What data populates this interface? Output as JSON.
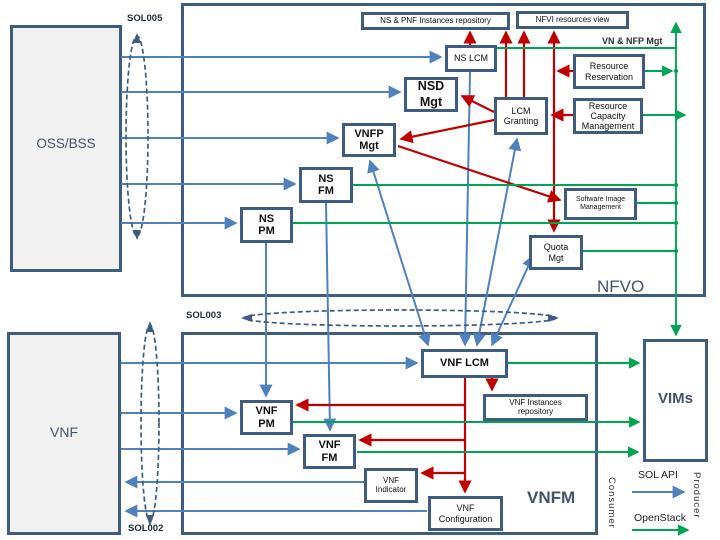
{
  "containers": {
    "oss_bss": "OSS/BSS",
    "nfvo": "NFVO",
    "vnf": "VNF",
    "vnfm": "VNFM",
    "vims": "VIMs"
  },
  "blocks": {
    "ns_pnf_repo": "NS & PNF Instances repository",
    "nfvi_view": "NFVI resources view",
    "ns_lcm": "NS LCM",
    "nsd_mgt": "NSD\nMgt",
    "resource_reservation": "Resource\nReservation",
    "lcm_granting": "LCM\nGranting",
    "resource_capacity": "Resource\nCapacity\nManagement",
    "vnfp_mgt": "VNFP\nMgt",
    "ns_fm": "NS\nFM",
    "ns_pm": "NS\nPM",
    "software_image": "Software Image\nManagement",
    "quota_mgt": "Quota\nMgt",
    "vnf_lcm": "VNF LCM",
    "vnf_instances_repo": "VNF Instances\nrepository",
    "vnf_pm": "VNF\nPM",
    "vnf_fm": "VNF\nFM",
    "vnf_indicator": "VNF\nIndicator",
    "vnf_configuration": "VNF\nConfiguration"
  },
  "interfaces": {
    "sol005": "SOL005",
    "sol003": "SOL003",
    "sol002": "SOL002"
  },
  "annotations": {
    "vn_nfp_mgt": "VN & NFP Mgt"
  },
  "legend": {
    "consumer": "Consumer",
    "producer": "Producer",
    "sol_api": "SOL API",
    "openstack": "OpenStack"
  },
  "colors": {
    "sol_api_blue": "#4f81bd",
    "openstack_green": "#00a551",
    "internal_red": "#c00000",
    "box_border": "#3e5c80"
  }
}
